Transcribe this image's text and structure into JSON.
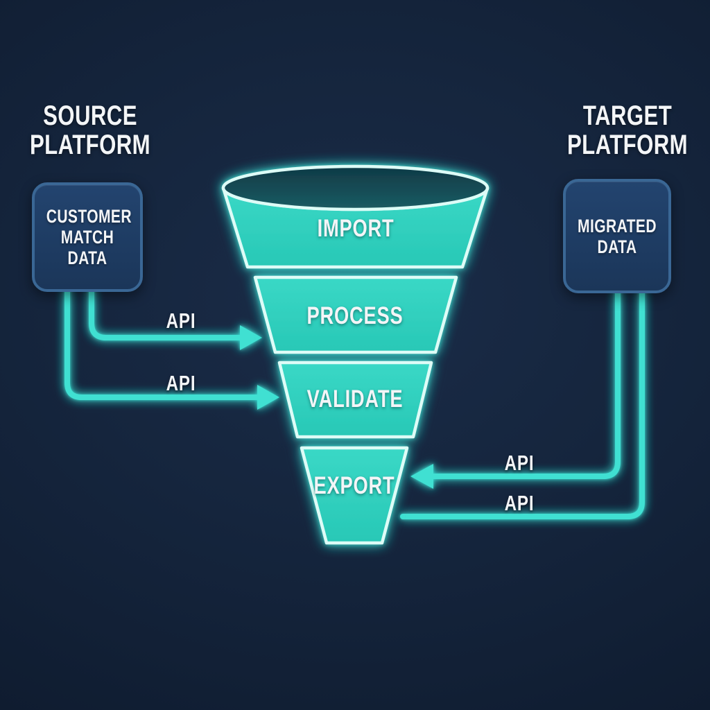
{
  "source": {
    "title": {
      "lines": [
        "SOURCE",
        "PLATFORM"
      ]
    },
    "box": {
      "lines": [
        "CUSTOMER",
        "MATCH",
        "DATA"
      ]
    }
  },
  "target": {
    "title": {
      "lines": [
        "TARGET",
        "PLATFORM"
      ]
    },
    "box": {
      "lines": [
        "MIGRATED",
        "DATA"
      ]
    }
  },
  "funnel": {
    "stages": [
      {
        "label": "IMPORT"
      },
      {
        "label": "PROCESS"
      },
      {
        "label": "VALIDATE"
      },
      {
        "label": "EXPORT"
      }
    ]
  },
  "connectors": [
    {
      "label": "API",
      "from": "customer-match-data",
      "to": "process"
    },
    {
      "label": "API",
      "from": "customer-match-data",
      "to": "validate"
    },
    {
      "label": "API",
      "from": "migrated-data",
      "to": "export"
    },
    {
      "label": "API",
      "from": "export",
      "to": "migrated-data"
    }
  ],
  "colors": {
    "bg": "#15253d",
    "funnel_fill": "#2fd2c0",
    "funnel_stroke": "#ddfcf7",
    "line": "#3fe0d2",
    "glow": "#2ee8d8",
    "box_fill": "#1e3c63",
    "box_border": "#3a6795",
    "text": "#f3f5f7"
  }
}
